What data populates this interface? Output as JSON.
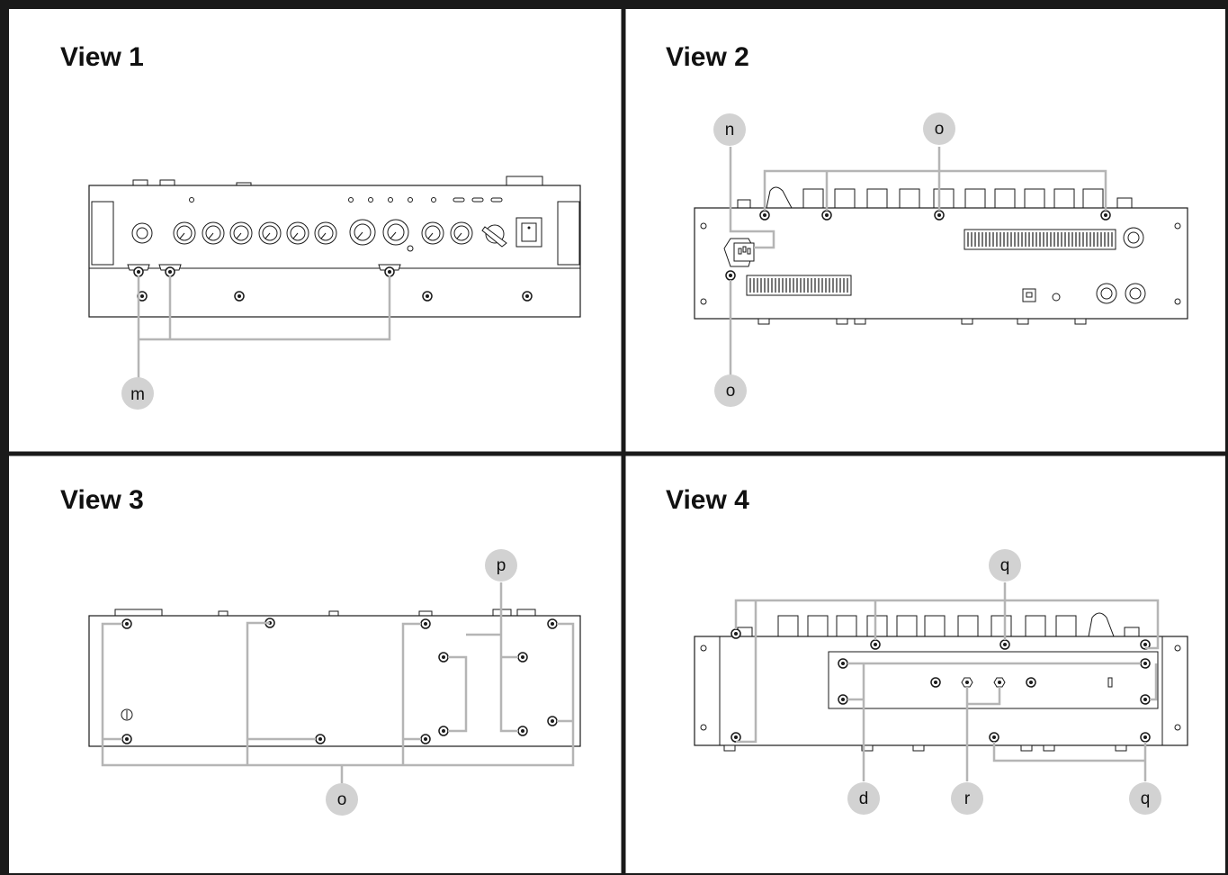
{
  "views": [
    {
      "title": "View 1",
      "callouts": [
        "m"
      ]
    },
    {
      "title": "View 2",
      "callouts": [
        "n",
        "o",
        "o"
      ]
    },
    {
      "title": "View 3",
      "callouts": [
        "p",
        "o"
      ]
    },
    {
      "title": "View 4",
      "callouts": [
        "q",
        "d",
        "r",
        "q"
      ]
    }
  ],
  "colors": {
    "frame": "#1a1a1a",
    "leader_lines": "#b5b5b5",
    "callout_fill": "#d2d2d2",
    "text": "#111111"
  },
  "icons": [
    "screw-icon",
    "knob-icon",
    "power-switch-icon",
    "power-inlet-icon",
    "usb-port-icon",
    "jack-icon",
    "vent-slots-icon"
  ]
}
